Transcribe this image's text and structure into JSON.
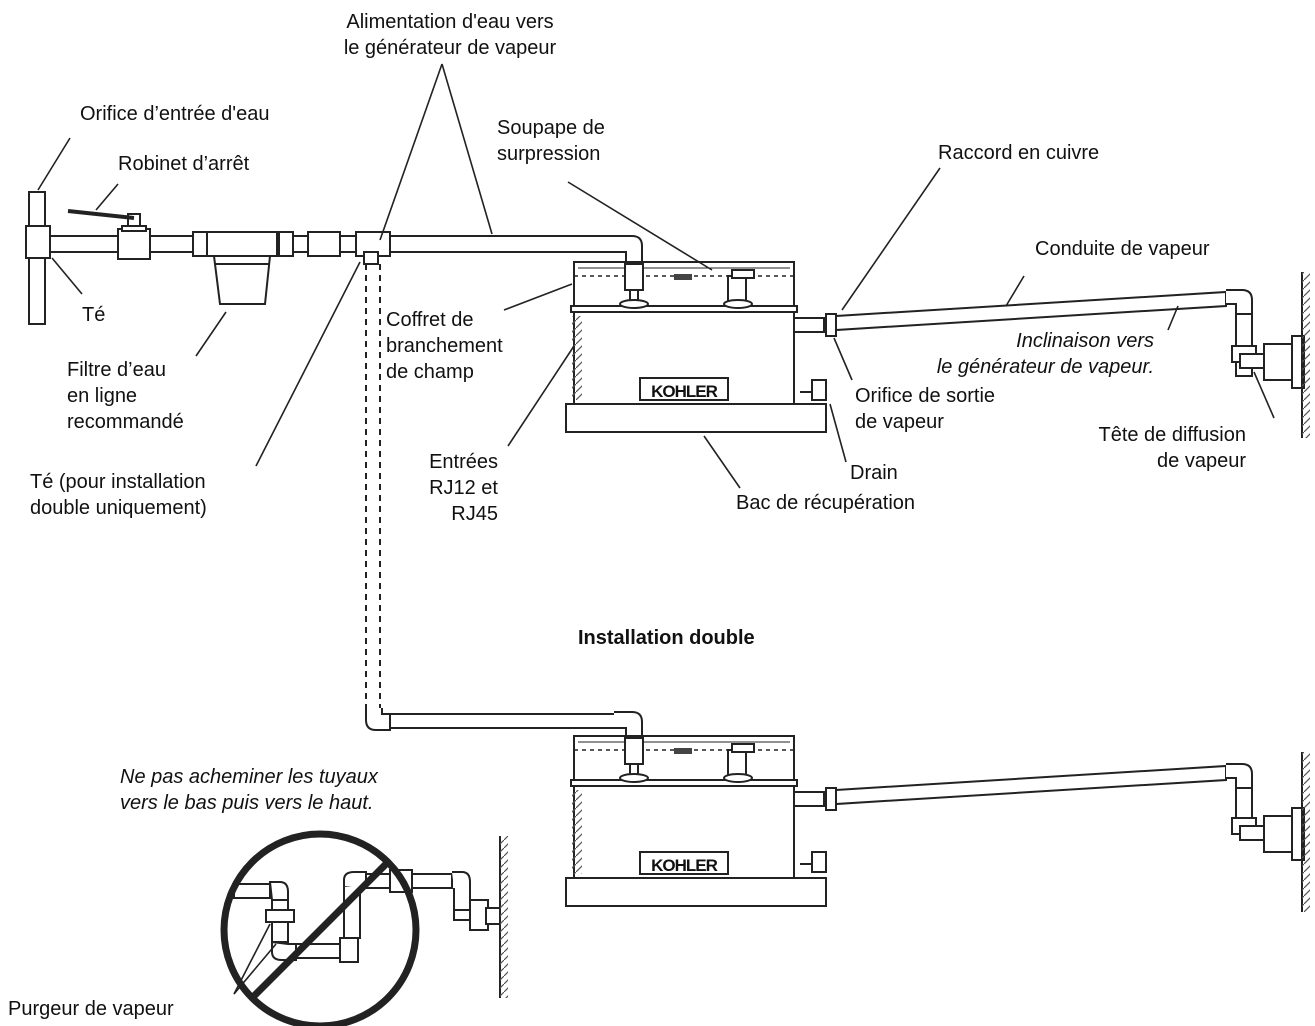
{
  "labels": {
    "water_supply_line1": "Alimentation d'eau vers",
    "water_supply_line2": "le générateur de vapeur",
    "water_inlet": "Orifice d’entrée d'eau",
    "shutoff_valve": "Robinet d’arrêt",
    "tee": "Té",
    "relief_valve_line1": "Soupape de",
    "relief_valve_line2": "surpression",
    "copper_fitting": "Raccord en cuivre",
    "steam_line": "Conduite de vapeur",
    "slope_line1": "Inclinaison vers",
    "slope_line2": "le générateur de vapeur.",
    "junction_box_line1": "Coffret de",
    "junction_box_line2": "branchement",
    "junction_box_line3": "de champ",
    "filter_line1": "Filtre d’eau",
    "filter_line2": "en ligne",
    "filter_line3": "recommandé",
    "steam_outlet_line1": "Orifice de sortie",
    "steam_outlet_line2": "de vapeur",
    "steam_head_line1": "Tête de diffusion",
    "steam_head_line2": "de vapeur",
    "tee_dual_line1": "Té (pour installation",
    "tee_dual_line2": "double uniquement)",
    "inputs_line1": "Entrées",
    "inputs_line2": "RJ12 et",
    "inputs_line3": "RJ45",
    "drain": "Drain",
    "drip_pan": "Bac de récupération",
    "dual_install": "Installation double",
    "warning_line1": "Ne pas acheminer les tuyaux",
    "warning_line2": "vers le bas puis vers le haut.",
    "steam_trap": "Purgeur de vapeur",
    "brand": "KOHLER"
  }
}
